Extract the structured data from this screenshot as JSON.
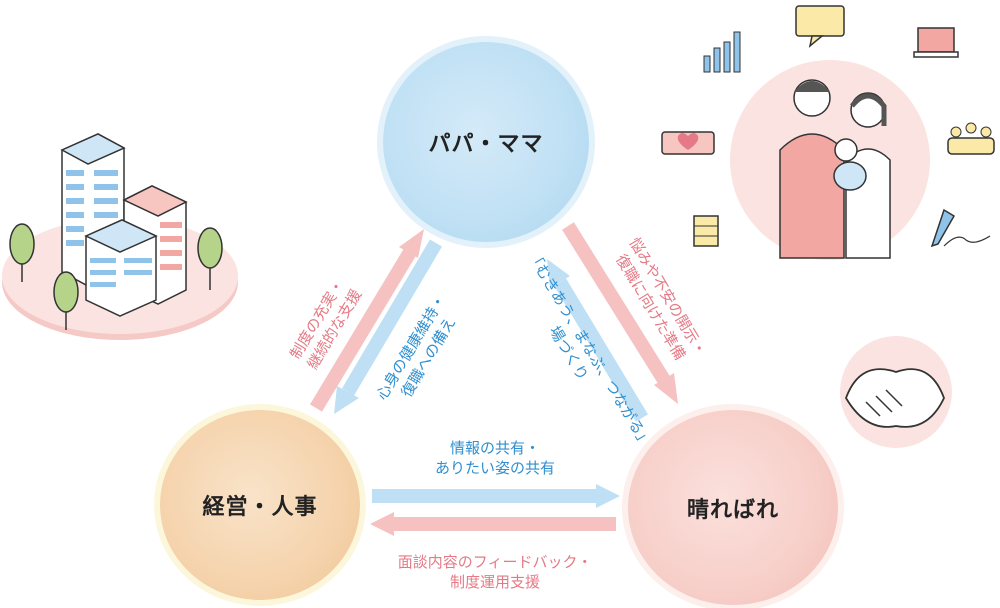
{
  "nodes": {
    "papa_mama": "パパ・ママ",
    "keiei_jinji": "経営・人事",
    "harebare": "晴ればれ"
  },
  "arrows": {
    "keiei_to_papa": [
      "制度の充実・",
      "継続的な支援"
    ],
    "papa_to_keiei": [
      "心身の健康維持・",
      "復職への備え"
    ],
    "hare_to_papa": [
      "悩みや不安の開示・",
      "復職に向けた準備"
    ],
    "papa_to_hare": [
      "「むきあう、まなぶ、つながる」",
      "場づくり"
    ],
    "keiei_to_hare": [
      "情報の共有・",
      "ありたい姿の共有"
    ],
    "hare_to_keiei": [
      "面談内容のフィードバック・",
      "制度運用支援"
    ]
  },
  "colors": {
    "pink_arrow": "#f6c2c1",
    "blue_arrow": "#bfe0f4",
    "pink_text": "#e57a86",
    "blue_text": "#2f8fd0"
  }
}
